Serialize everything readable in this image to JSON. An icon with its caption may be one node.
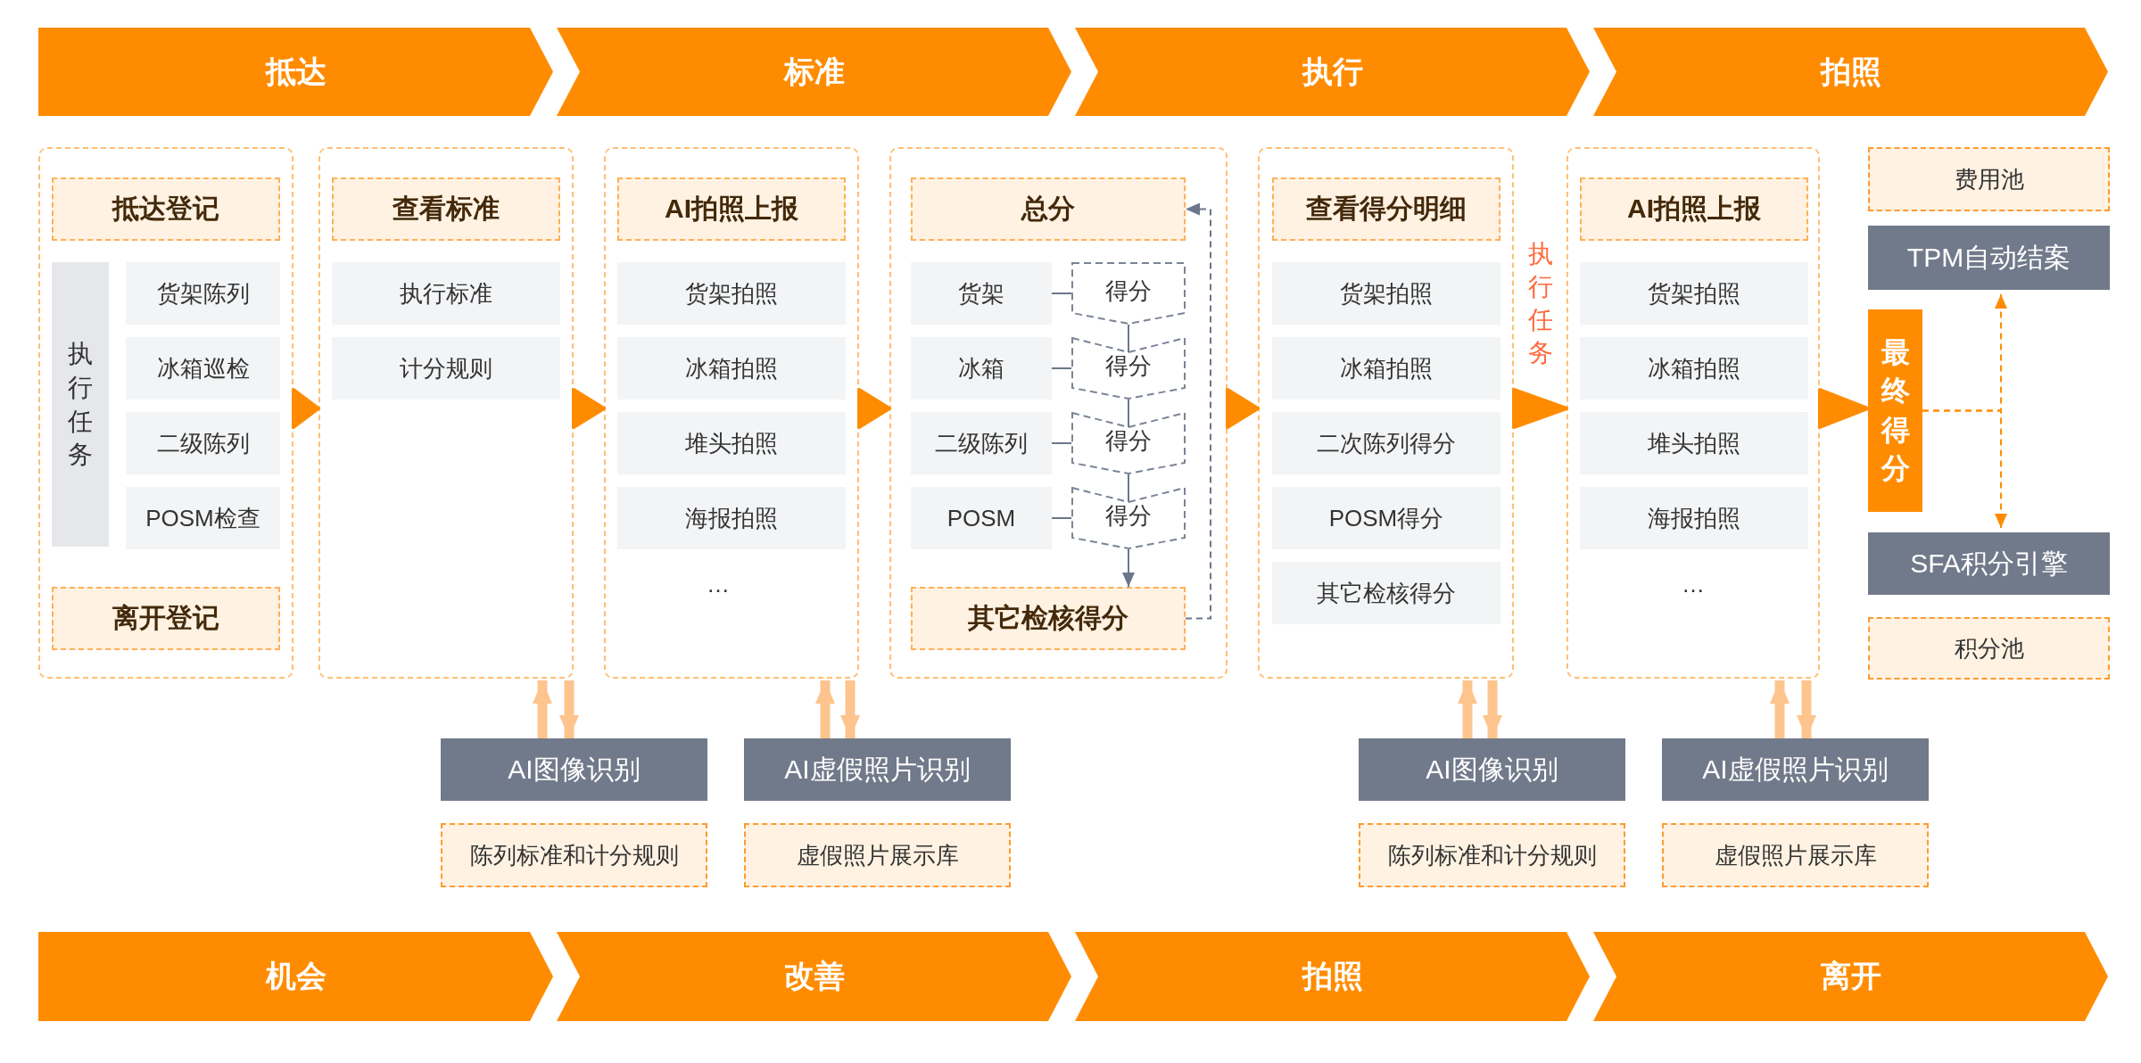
{
  "diagram": {
    "nodes": [
      {
        "text": [
          "抵达"
        ]
      },
      {
        "text": [
          "标准"
        ]
      },
      {
        "text": [
          "执行"
        ]
      },
      {
        "text": [
          "拍照"
        ]
      },
      {
        "text": [],
        "shape": "box"
      },
      {
        "text": [
          "抵达登记"
        ],
        "in": 4
      },
      {
        "text": [
          "执行任务"
        ],
        "in": 4
      },
      {
        "text": [
          "货架陈列"
        ],
        "in": 4
      },
      {
        "text": [
          "冰箱巡检"
        ],
        "in": 4
      },
      {
        "text": [
          "二级陈列"
        ],
        "in": 4
      },
      {
        "text": [
          "POSM检查"
        ],
        "in": 4
      },
      {
        "text": [
          "离开登记"
        ],
        "in": 4
      },
      {
        "text": [],
        "shape": "box"
      },
      {
        "text": [
          "查看标准"
        ],
        "in": 12
      },
      {
        "text": [
          "执行标准"
        ],
        "in": 12
      },
      {
        "text": [
          "计分规则"
        ],
        "in": 12
      },
      {
        "text": [],
        "shape": "box"
      },
      {
        "text": [
          "AI拍照上报"
        ],
        "in": 16
      },
      {
        "text": [
          "货架拍照"
        ],
        "in": 16
      },
      {
        "text": [
          "冰箱拍照"
        ],
        "in": 16
      },
      {
        "text": [
          "堆头拍照"
        ],
        "in": 16
      },
      {
        "text": [
          "海报拍照"
        ],
        "in": 16
      },
      {
        "text": [],
        "shape": "box"
      },
      {
        "text": [
          "总分"
        ],
        "in": 22
      },
      {
        "text": [
          "货架"
        ],
        "in": 22
      },
      {
        "text": [
          "冰箱"
        ],
        "in": 22
      },
      {
        "text": [
          "二级陈列"
        ],
        "in": 22
      },
      {
        "text": [
          "POSM"
        ],
        "in": 22
      },
      {
        "text": [
          "得分"
        ],
        "in": 22
      },
      {
        "text": [
          "得分"
        ],
        "in": 22
      },
      {
        "text": [
          "得分"
        ],
        "in": 22
      },
      {
        "text": [
          "得分"
        ],
        "in": 22
      },
      {
        "text": [
          "其它检核得分"
        ],
        "in": 22
      },
      {
        "text": [],
        "shape": "box"
      },
      {
        "text": [
          "查看得分明细"
        ],
        "in": 33
      },
      {
        "text": [
          "货架拍照"
        ],
        "in": 33
      },
      {
        "text": [
          "冰箱拍照"
        ],
        "in": 33
      },
      {
        "text": [
          "二次陈列得分"
        ],
        "in": 33
      },
      {
        "text": [
          "POSM得分"
        ],
        "in": 33
      },
      {
        "text": [
          "其它检核得分"
        ],
        "in": 33
      },
      {
        "text": [],
        "shape": "box"
      },
      {
        "text": [
          "AI拍照上报"
        ],
        "in": 40
      },
      {
        "text": [
          "货架拍照"
        ],
        "in": 40
      },
      {
        "text": [
          "冰箱拍照"
        ],
        "in": 40
      },
      {
        "text": [
          "堆头拍照"
        ],
        "in": 40
      },
      {
        "text": [
          "海报拍照"
        ],
        "in": 40
      },
      {
        "text": [
          "费用池"
        ]
      },
      {
        "text": [
          "TPM自动结案"
        ]
      },
      {
        "text": [
          "最终得分"
        ]
      },
      {
        "text": [
          "SFA积分引擎"
        ]
      },
      {
        "text": [
          "积分池"
        ]
      },
      {
        "text": [
          "AI图像识别"
        ]
      },
      {
        "text": [
          "陈列标准和计分规则"
        ]
      },
      {
        "text": [
          "AI虚假照片识别"
        ]
      },
      {
        "text": [
          "虚假照片展示库"
        ]
      },
      {
        "text": [
          "AI图像识别"
        ]
      },
      {
        "text": [
          "陈列标准和计分规则"
        ]
      },
      {
        "text": [
          "AI虚假照片识别"
        ]
      },
      {
        "text": [
          "虚假照片展示库"
        ]
      },
      {
        "text": [
          "机会"
        ]
      },
      {
        "text": [
          "改善"
        ]
      },
      {
        "text": [
          "拍照"
        ]
      },
      {
        "text": [
          "离开"
        ]
      }
    ],
    "edges": [
      {
        "from": 4,
        "to": 12,
        "arrow": "to",
        "color": "#ff8c00"
      },
      {
        "from": 12,
        "to": 16,
        "arrow": "to",
        "color": "#ff8c00"
      },
      {
        "from": 16,
        "to": 22,
        "arrow": "to",
        "color": "#ff8c00"
      },
      {
        "from": 22,
        "to": 33,
        "arrow": "to",
        "color": "#ff8c00"
      },
      {
        "from": 33,
        "to": 40,
        "arrow": "to",
        "color": "#ff8c00",
        "label": "执行任务"
      },
      {
        "from": 40,
        "to": 48,
        "arrow": "to",
        "color": "#ff8c00"
      },
      {
        "from": 24,
        "to": 28,
        "arrow": "none"
      },
      {
        "from": 25,
        "to": 29,
        "arrow": "none"
      },
      {
        "from": 26,
        "to": 30,
        "arrow": "none"
      },
      {
        "from": 27,
        "to": 31,
        "arrow": "none"
      },
      {
        "from": 28,
        "to": 29,
        "arrow": "none"
      },
      {
        "from": 29,
        "to": 30,
        "arrow": "none"
      },
      {
        "from": 30,
        "to": 31,
        "arrow": "none"
      },
      {
        "from": 31,
        "to": 32,
        "arrow": "to"
      },
      {
        "from": 32,
        "to": 23,
        "arrow": "to",
        "style": "dashed"
      },
      {
        "from": 48,
        "to": 47,
        "arrow": "to",
        "style": "dashed",
        "color": "#ff8c00"
      },
      {
        "from": 48,
        "to": 49,
        "arrow": "to",
        "style": "dashed",
        "color": "#ff8c00"
      },
      {
        "from": 51,
        "to": 12,
        "arrow": "to",
        "style": "thick",
        "color": "#fdc48e"
      },
      {
        "from": 12,
        "to": 51,
        "arrow": "to",
        "style": "thick",
        "color": "#fdc48e"
      },
      {
        "from": 53,
        "to": 16,
        "arrow": "to",
        "style": "thick",
        "color": "#fdc48e"
      },
      {
        "from": 16,
        "to": 53,
        "arrow": "to",
        "style": "thick",
        "color": "#fdc48e"
      },
      {
        "from": 55,
        "to": 33,
        "arrow": "to",
        "style": "thick",
        "color": "#fdc48e"
      },
      {
        "from": 33,
        "to": 55,
        "arrow": "to",
        "style": "thick",
        "color": "#fdc48e"
      },
      {
        "from": 57,
        "to": 40,
        "arrow": "to",
        "style": "thick",
        "color": "#fdc48e"
      },
      {
        "from": 40,
        "to": 57,
        "arrow": "to",
        "style": "thick",
        "color": "#fdc48e"
      }
    ],
    "labels": [
      "…",
      "…"
    ]
  }
}
